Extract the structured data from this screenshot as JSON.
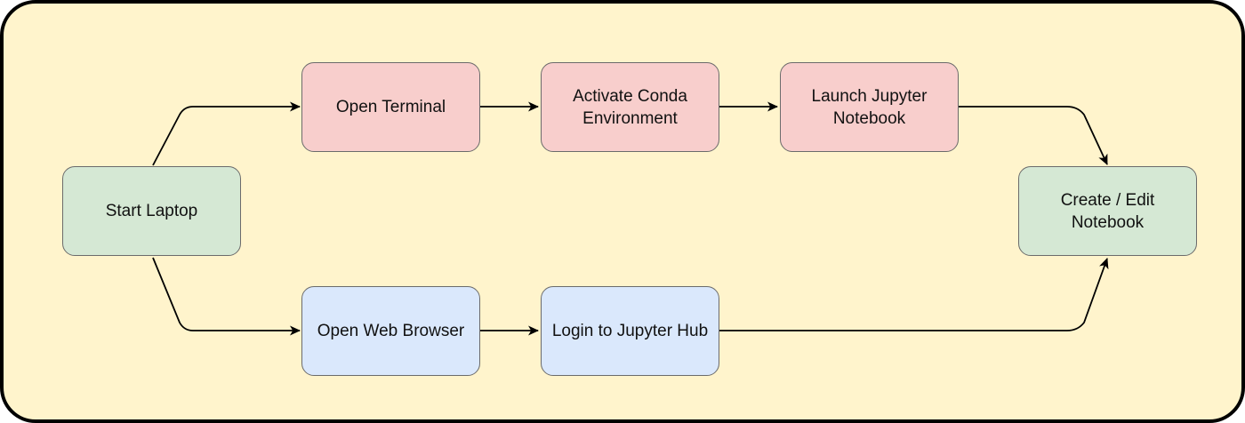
{
  "diagram": {
    "background": "#fff4cc",
    "border_color": "#000000",
    "edge_color": "#000000",
    "colors": {
      "green_fill": "#d5e8d4",
      "red_fill": "#f8cecc",
      "blue_fill": "#dae8fc"
    },
    "nodes": {
      "start": {
        "label": "Start Laptop",
        "fill": "#d5e8d4"
      },
      "terminal": {
        "label": "Open Terminal",
        "fill": "#f8cecc"
      },
      "conda": {
        "label": "Activate Conda\nEnvironment",
        "fill": "#f8cecc"
      },
      "jupyter": {
        "label": "Launch Jupyter\nNotebook",
        "fill": "#f8cecc"
      },
      "browser": {
        "label": "Open Web Browser",
        "fill": "#dae8fc"
      },
      "hub": {
        "label": "Login to Jupyter Hub",
        "fill": "#dae8fc"
      },
      "notebook": {
        "label": "Create / Edit\nNotebook",
        "fill": "#d5e8d4"
      }
    },
    "edges": [
      {
        "from": "start",
        "to": "terminal"
      },
      {
        "from": "terminal",
        "to": "conda"
      },
      {
        "from": "conda",
        "to": "jupyter"
      },
      {
        "from": "jupyter",
        "to": "notebook"
      },
      {
        "from": "start",
        "to": "browser"
      },
      {
        "from": "browser",
        "to": "hub"
      },
      {
        "from": "hub",
        "to": "notebook"
      }
    ]
  }
}
